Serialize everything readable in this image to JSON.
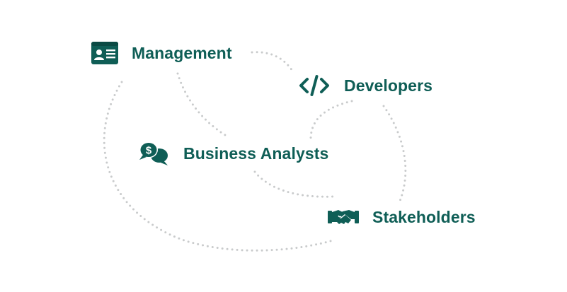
{
  "nodes": {
    "management": {
      "label": "Management",
      "icon": "id-card-icon"
    },
    "developers": {
      "label": "Developers",
      "icon": "code-icon"
    },
    "analysts": {
      "label": "Business Analysts",
      "icon": "dollar-chat-icon"
    },
    "stakeholders": {
      "label": "Stakeholders",
      "icon": "handshake-icon"
    }
  },
  "colors": {
    "accent": "#0f5e56",
    "connector": "#c9cbcc",
    "background": "#ffffff"
  }
}
